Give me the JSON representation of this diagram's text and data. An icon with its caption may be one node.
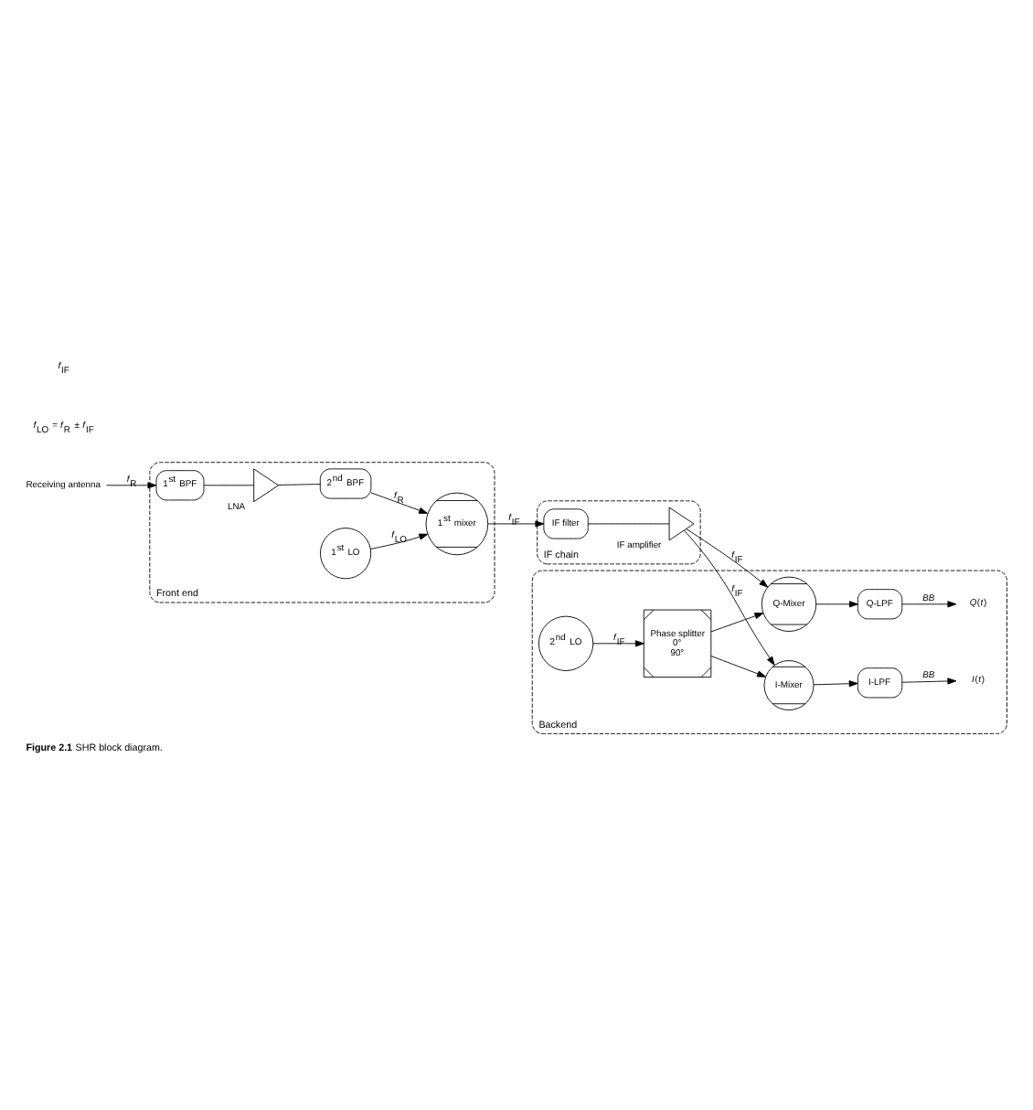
{
  "diagram": {
    "caption": "**Figure 2.1** SHR block diagram.",
    "nodes": [
      {
        "text": [
          "Front end"
        ]
      },
      {
        "text": [
          "Receiving antenna"
        ]
      },
      {
        "text": [
          "1$^{st}$ BPF"
        ],
        "in": 0
      },
      {
        "text": [
          "LNA"
        ],
        "in": 0
      },
      {
        "text": [
          "2$^{nd}$ BPF"
        ],
        "in": 0
      },
      {
        "text": [
          "1$^{st}$ mixer"
        ],
        "in": 0
      },
      {
        "text": [
          "1$^{st}$ LO"
        ],
        "in": 0
      },
      {
        "text": [
          "IF chain"
        ]
      },
      {
        "text": [
          "IF filter"
        ],
        "in": 7
      },
      {
        "text": [
          "IF amplifier"
        ],
        "in": 7
      },
      {
        "text": [
          "Backend"
        ]
      },
      {
        "text": [
          "Phase splitter",
          "0°",
          "90°"
        ],
        "in": 10
      },
      {
        "text": [
          "I-Mixer"
        ],
        "in": 10
      },
      {
        "text": [
          "I-LPF"
        ],
        "in": 10
      },
      {
        "text": [
          "2$^{nd}$ LO"
        ],
        "in": 10
      },
      {
        "text": [
          "Q-Mixer"
        ],
        "in": 10
      },
      {
        "text": [
          "Q-LPF"
        ],
        "in": 10
      },
      {
        "text": [
          "*I*(*t*)"
        ],
        "in": 10
      },
      {
        "text": [
          "*Q*(*t*)"
        ],
        "in": 10
      }
    ],
    "edges": [
      {
        "from": 1,
        "to": 2,
        "arrow": "to",
        "label": "*f*$_{R}$"
      },
      {
        "from": 2,
        "to": 3,
        "arrow": "none"
      },
      {
        "from": 3,
        "to": 4,
        "arrow": "none"
      },
      {
        "from": 4,
        "to": 5,
        "arrow": "to",
        "label": "*f*$_{R}$"
      },
      {
        "from": 6,
        "to": 5,
        "arrow": "to",
        "label": "*f*$_{LO}$"
      },
      {
        "from": 5,
        "to": 8,
        "arrow": "to",
        "label": "*f*$_{IF}$"
      },
      {
        "from": 8,
        "to": 9,
        "arrow": "none"
      },
      {
        "from": 9,
        "to": 12,
        "arrow": "to",
        "label": "*f*$_{IF}$"
      },
      {
        "from": 9,
        "to": 15,
        "arrow": "to",
        "label": "*f*$_{IF}$"
      },
      {
        "from": 14,
        "to": 11,
        "arrow": "to",
        "label": "*f*$_{IF}$"
      },
      {
        "from": 11,
        "to": 12,
        "arrow": "to"
      },
      {
        "from": 11,
        "to": 15,
        "arrow": "to"
      },
      {
        "from": 12,
        "to": 13,
        "arrow": "to"
      },
      {
        "from": 15,
        "to": 16,
        "arrow": "to"
      },
      {
        "from": 13,
        "to": 17,
        "arrow": "to",
        "label": "*BB*"
      },
      {
        "from": 16,
        "to": 18,
        "arrow": "to",
        "label": "*BB*"
      }
    ],
    "labels": [
      "*f*$_{LO}$ = *f*$_{R}$ ± *f*$_{IF}$",
      "*f*$_{IF}$"
    ]
  }
}
